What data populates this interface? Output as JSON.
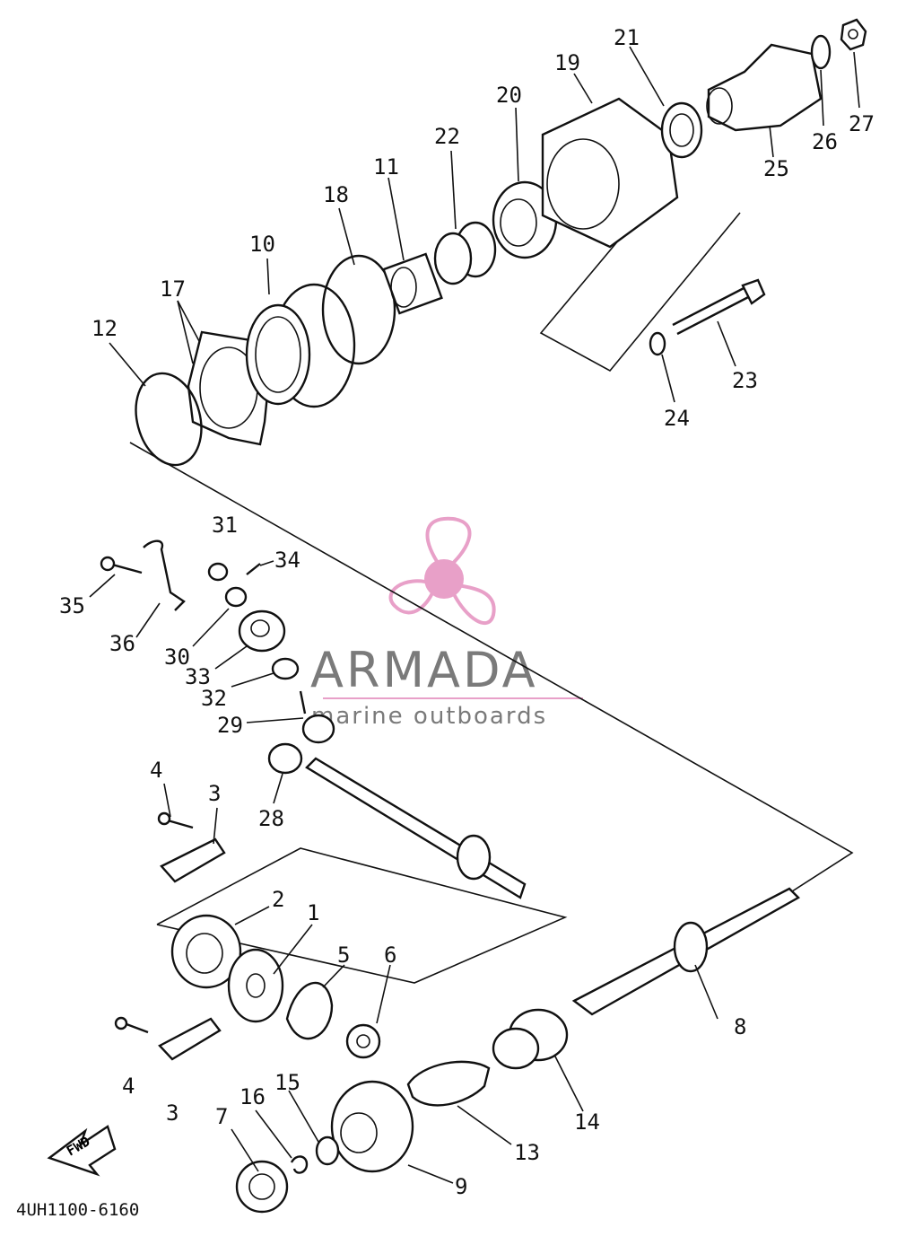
{
  "diagram": {
    "code": "4UH1100-6160",
    "fwd_label": "FWD",
    "callouts": [
      {
        "id": "c1",
        "text": "1"
      },
      {
        "id": "c2",
        "text": "2"
      },
      {
        "id": "c3a",
        "text": "3"
      },
      {
        "id": "c3b",
        "text": "3"
      },
      {
        "id": "c4a",
        "text": "4"
      },
      {
        "id": "c4b",
        "text": "4"
      },
      {
        "id": "c5",
        "text": "5"
      },
      {
        "id": "c6",
        "text": "6"
      },
      {
        "id": "c7",
        "text": "7"
      },
      {
        "id": "c8",
        "text": "8"
      },
      {
        "id": "c9",
        "text": "9"
      },
      {
        "id": "c10",
        "text": "10"
      },
      {
        "id": "c11",
        "text": "11"
      },
      {
        "id": "c12",
        "text": "12"
      },
      {
        "id": "c13",
        "text": "13"
      },
      {
        "id": "c14",
        "text": "14"
      },
      {
        "id": "c15",
        "text": "15"
      },
      {
        "id": "c16",
        "text": "16"
      },
      {
        "id": "c17",
        "text": "17"
      },
      {
        "id": "c18",
        "text": "18"
      },
      {
        "id": "c19",
        "text": "19"
      },
      {
        "id": "c20",
        "text": "20"
      },
      {
        "id": "c21",
        "text": "21"
      },
      {
        "id": "c22",
        "text": "22"
      },
      {
        "id": "c23",
        "text": "23"
      },
      {
        "id": "c24",
        "text": "24"
      },
      {
        "id": "c25",
        "text": "25"
      },
      {
        "id": "c26",
        "text": "26"
      },
      {
        "id": "c27",
        "text": "27"
      },
      {
        "id": "c28",
        "text": "28"
      },
      {
        "id": "c29",
        "text": "29"
      },
      {
        "id": "c30",
        "text": "30"
      },
      {
        "id": "c31",
        "text": "31"
      },
      {
        "id": "c32",
        "text": "32"
      },
      {
        "id": "c33",
        "text": "33"
      },
      {
        "id": "c34",
        "text": "34"
      },
      {
        "id": "c35",
        "text": "35"
      },
      {
        "id": "c36",
        "text": "36"
      }
    ]
  },
  "watermark": {
    "title": "ARMADA",
    "subtitle": "marine outboards",
    "logo_color": "#e8a0c8",
    "text_color": "#7a7a7a",
    "logo_icon": "propeller-icon"
  }
}
